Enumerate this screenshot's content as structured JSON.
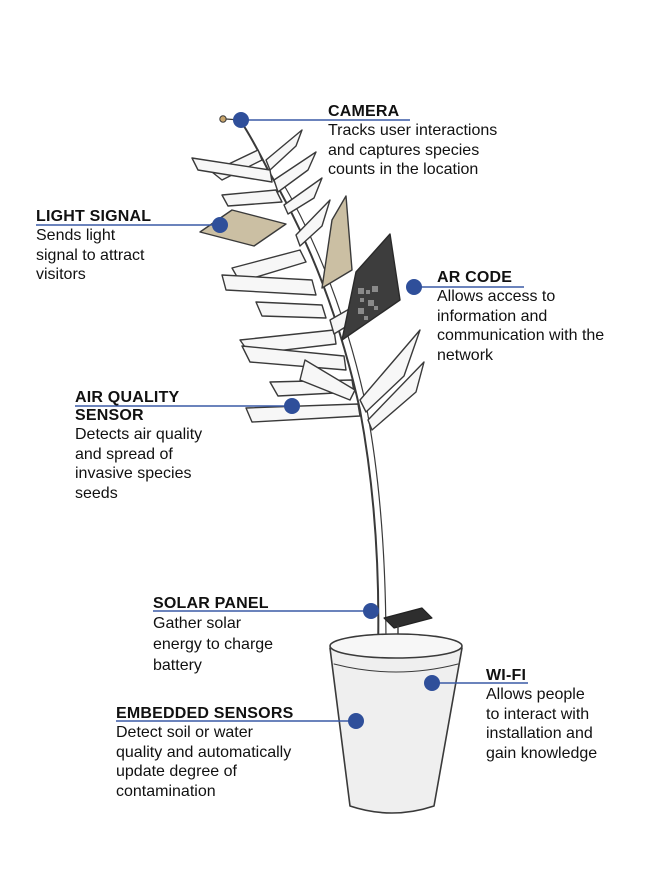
{
  "colors": {
    "marker": "#2f4f9a",
    "leader_line": "#3a5aa6",
    "outline": "#3a3a3a",
    "leaf_fill": "#f7f7f7",
    "leaf_tan": "#cbbfa3",
    "ar_panel": "#3d3d3d",
    "pot_fill": "#efefef",
    "solar_panel": "#2e2e2e"
  },
  "icons": [
    "plant-illustration",
    "pot",
    "solar-panel",
    "ar-code-panel",
    "camera-bulb"
  ],
  "callouts": {
    "camera": {
      "title": "CAMERA",
      "description": "Tracks user interactions\nand captures species\ncounts in the location"
    },
    "light": {
      "title": "LIGHT SIGNAL",
      "description": "Sends light\nsignal to attract\nvisitors"
    },
    "ar": {
      "title": "AR CODE",
      "description": "Allows access to\ninformation and\ncommunication with the\nnetwork"
    },
    "air": {
      "title": "AIR QUALITY\nSENSOR",
      "description": "Detects air quality\nand spread of\ninvasive species\nseeds"
    },
    "solar": {
      "title": "SOLAR PANEL",
      "description": "Gather solar\nenergy to charge\nbattery"
    },
    "wifi": {
      "title": "WI-FI",
      "description": "Allows people\nto interact with\ninstallation and\ngain knowledge"
    },
    "embedded": {
      "title": "EMBEDDED SENSORS",
      "description": "Detect soil or water\nquality and automatically\nupdate degree of\ncontamination"
    }
  }
}
